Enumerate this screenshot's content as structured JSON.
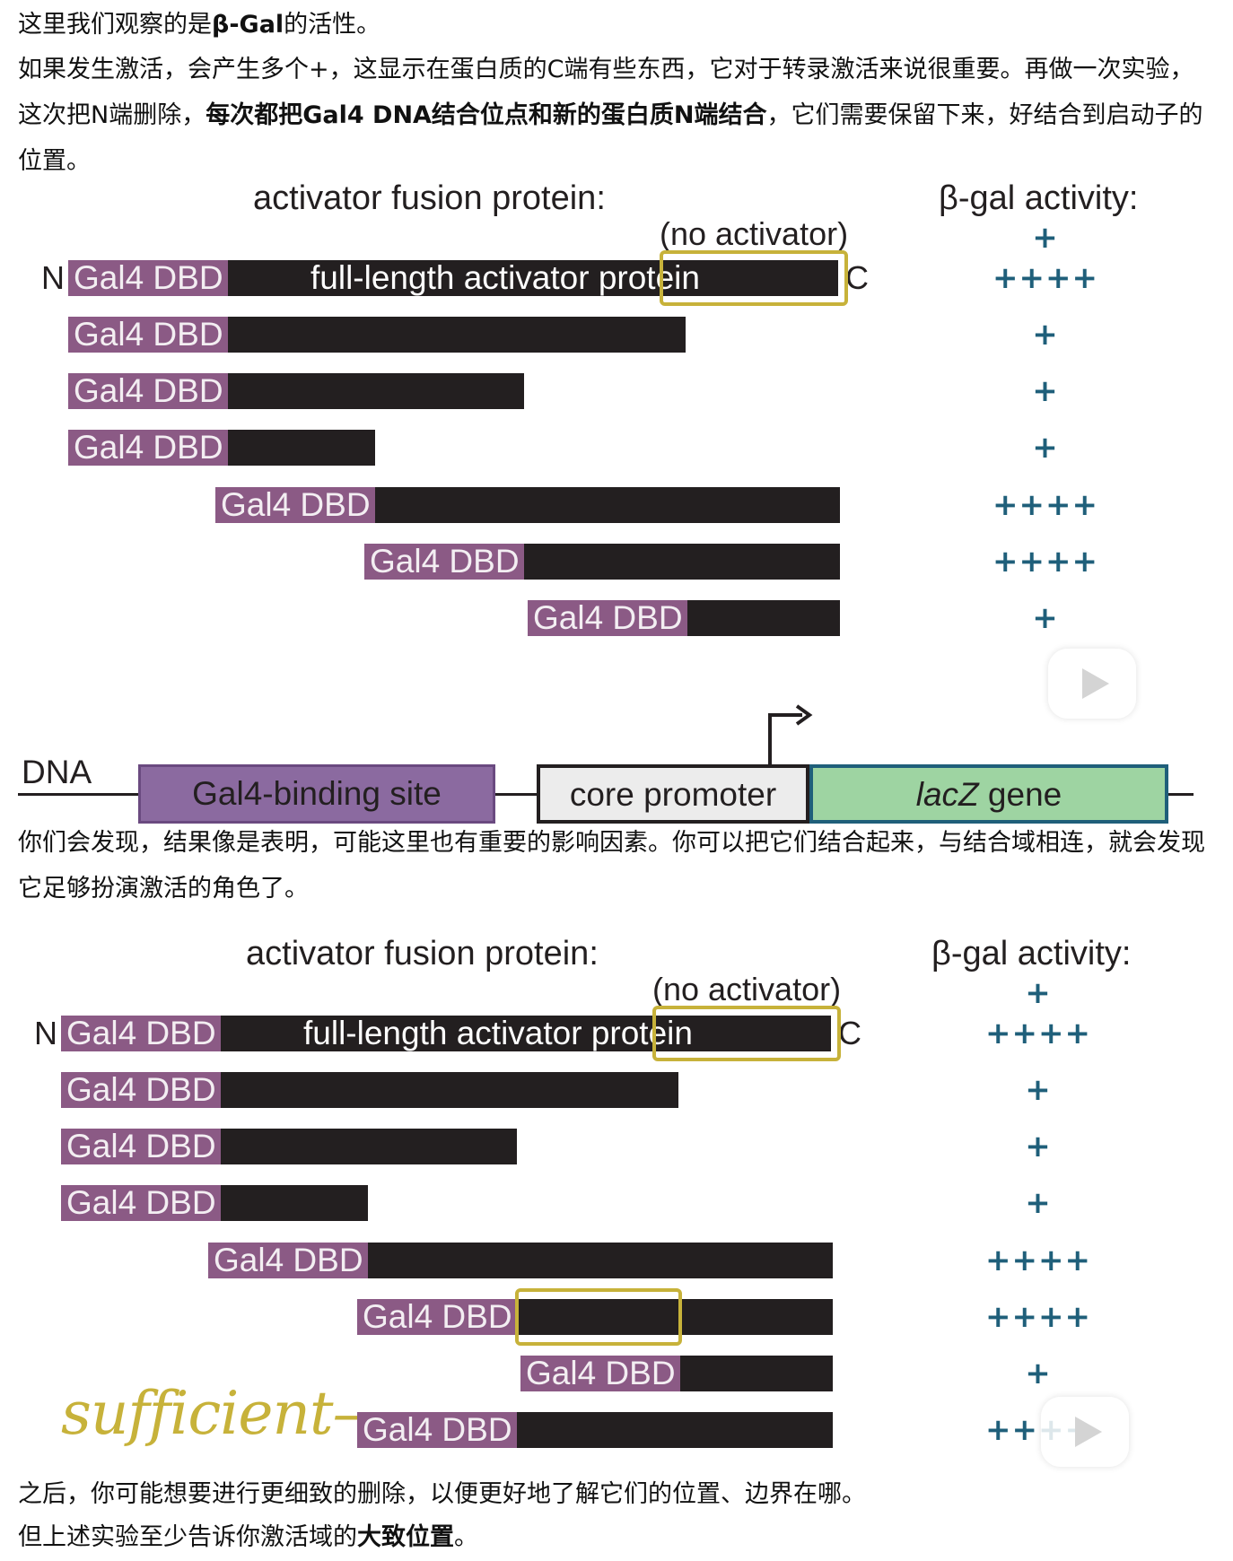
{
  "text": {
    "p1_a": "这里我们观察的是",
    "p1_b": "β-Gal",
    "p1_c": "的活性。",
    "p2_a": "如果发生激活，会产生多个+，这显示在蛋白质的C端有些东西，它对于转录激活来说很重要。再做一次实验，这次把N端删除，",
    "p2_b": "每次都把Gal4 DNA结合位点和新的蛋白质N端结合",
    "p2_c": "，它们需要保留下来，好结合到启动子的位置。",
    "p3": "你们会发现，结果像是表明，可能这里也有重要的影响因素。你可以把它们结合起来，与结合域相连，就会发现它足够扮演激活的角色了。",
    "p4": "之后，你可能想要进行更细致的删除，以便更好地了解它们的位置、边界在哪。",
    "p5_a": "但上述实验至少告诉你激活域的",
    "p5_b": "大致位置",
    "p5_c": "。"
  },
  "figure": {
    "heading_left": "activator fusion protein:",
    "heading_right": "β-gal activity:",
    "no_activator": "(no activator)",
    "no_activator_activity": "+",
    "dbd_label": "Gal4 DBD",
    "n_label": "N",
    "c_label": "C",
    "full_length_label": "full-length activator protein",
    "rows_1": [
      {
        "activity": "++++"
      },
      {
        "activity": "+"
      },
      {
        "activity": "+"
      },
      {
        "activity": "+"
      },
      {
        "activity": "++++"
      },
      {
        "activity": "++++"
      },
      {
        "activity": "+"
      }
    ],
    "rows_2": [
      {
        "activity": "++++"
      },
      {
        "activity": "+"
      },
      {
        "activity": "+"
      },
      {
        "activity": "+"
      },
      {
        "activity": "++++"
      },
      {
        "activity": "++++"
      },
      {
        "activity": "+"
      },
      {
        "activity": "++++"
      }
    ],
    "annotation": "sufficient–"
  },
  "dna": {
    "label": "DNA",
    "binding_site": "Gal4-binding site",
    "core_promoter": "core promoter",
    "lacz_italic": "lacZ",
    "gene": " gene"
  },
  "colors": {
    "dbd": "#8b5a85",
    "bar": "#231f20",
    "activity": "#1f5f7a",
    "highlight": "#c7b23a",
    "binding_site": "#8b6aa0",
    "lacz": "#9ed4a2"
  }
}
